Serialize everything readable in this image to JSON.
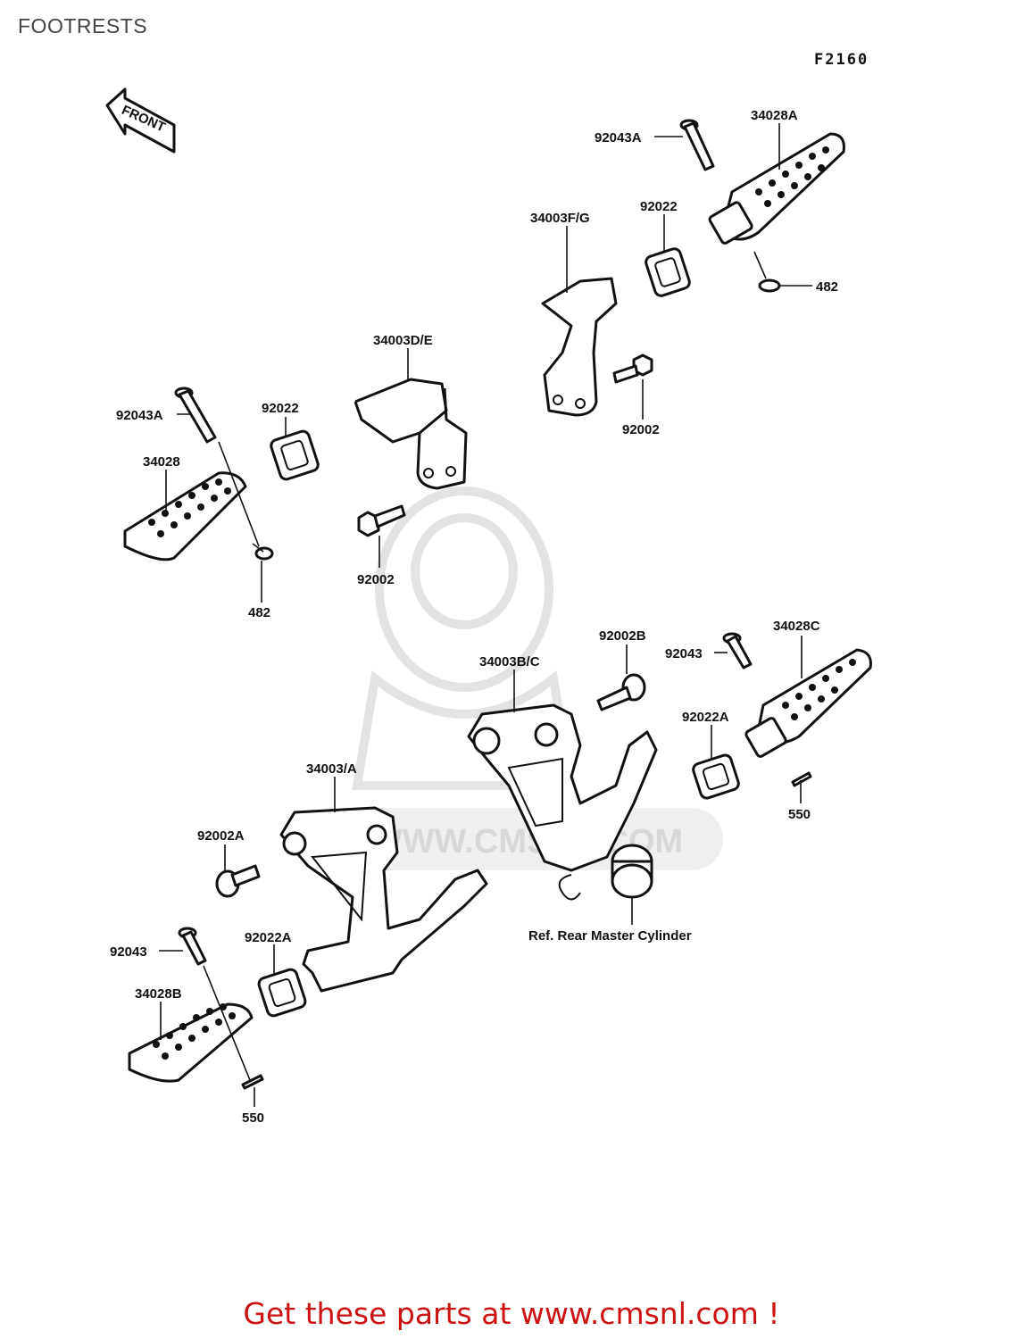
{
  "page": {
    "title": "FOOTRESTS",
    "diagram_code": "F2160",
    "front_label": "FRONT",
    "watermark_text": "WWW.CMSNL.COM",
    "footer_cta": "Get these parts at www.cmsnl.com !"
  },
  "labels": {
    "p92043A_top": "92043A",
    "p34028A": "34028A",
    "p92022_top": "92022",
    "p34003FG": "34003F/G",
    "p482_top": "482",
    "p34003DE": "34003D/E",
    "p92043A_left": "92043A",
    "p92022_left": "92022",
    "p34028": "34028",
    "p92002_right": "92002",
    "p92002_mid": "92002",
    "p482_left": "482",
    "p92002B": "92002B",
    "p34003BC": "34003B/C",
    "p92043_right": "92043",
    "p34028C": "34028C",
    "p92022A_right": "92022A",
    "p550_right": "550",
    "p34003A": "34003/A",
    "p92002A": "92002A",
    "p92043_left": "92043",
    "p92022A_left": "92022A",
    "p34028B": "34028B",
    "p550_left": "550",
    "ref_master_cyl": "Ref. Rear Master Cylinder"
  }
}
